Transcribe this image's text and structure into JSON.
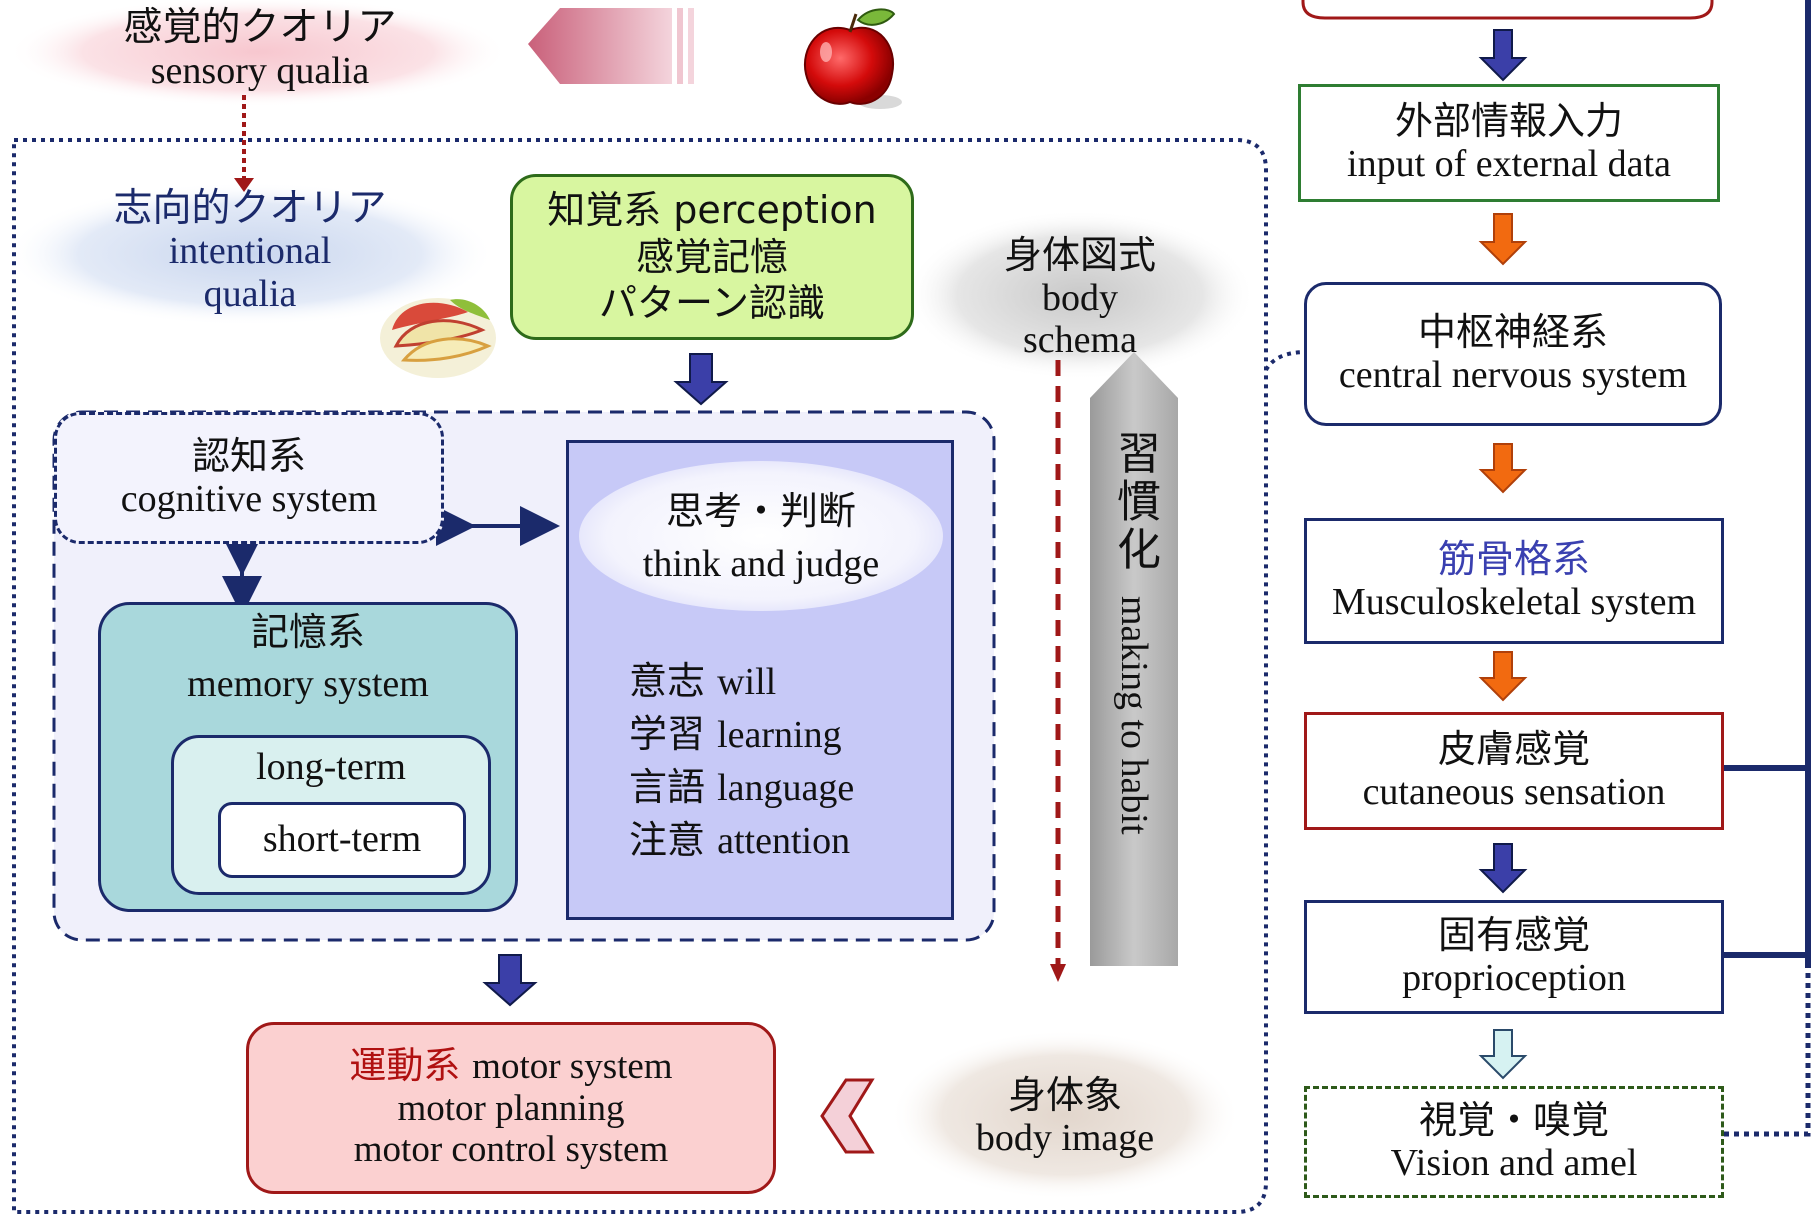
{
  "sensory_qualia": {
    "jp": "感覚的クオリア",
    "en": "sensory qualia"
  },
  "intentional_qualia": {
    "jp": "志向的クオリア",
    "en1": "intentional",
    "en2": "qualia"
  },
  "perception": {
    "line1": "知覚系 perception",
    "line2": "感覚記憶",
    "line3": "パターン認識"
  },
  "body_schema": {
    "jp": "身体図式",
    "en1": "body",
    "en2": "schema"
  },
  "cognitive": {
    "jp": "認知系",
    "en": "cognitive system"
  },
  "memory": {
    "jp": "記憶系",
    "en": "memory system",
    "long_term": "long-term",
    "short_term": "short-term"
  },
  "think": {
    "jp": "思考・判断",
    "en": "think and judge"
  },
  "functions": [
    {
      "jp": "意志",
      "en": "will"
    },
    {
      "jp": "学習",
      "en": "learning"
    },
    {
      "jp": "言語",
      "en": "language"
    },
    {
      "jp": "注意",
      "en": "attention"
    }
  ],
  "habit": {
    "jp": "習慣化",
    "en": "making to habit"
  },
  "motor": {
    "jp": "運動系",
    "line1_en": "motor system",
    "line2": "motor planning",
    "line3": "motor control system"
  },
  "body_image": {
    "jp": "身体象",
    "en": "body image"
  },
  "flow": [
    {
      "jp": "外部情報入力",
      "en": "input of external data"
    },
    {
      "jp": "中枢神経系",
      "en": "central nervous system"
    },
    {
      "jp": "筋骨格系",
      "en": "Musculoskeletal system"
    },
    {
      "jp": "皮膚感覚",
      "en": "cutaneous sensation"
    },
    {
      "jp": "固有感覚",
      "en": "proprioception"
    },
    {
      "jp": "視覚・嗅覚",
      "en": "Vision and amel"
    }
  ],
  "colors": {
    "navy": "#1b2a6b",
    "orange": "#f26a10",
    "dark_red": "#a01818",
    "green_border": "#2e7d32",
    "teal_fill": "#a9d8dc",
    "lavender_fill": "#c7c9f7",
    "perception_fill": "#d8f6a0",
    "motor_fill": "#fbd0d0"
  },
  "icons": [
    "apple-icon",
    "apple-slices-icon"
  ]
}
